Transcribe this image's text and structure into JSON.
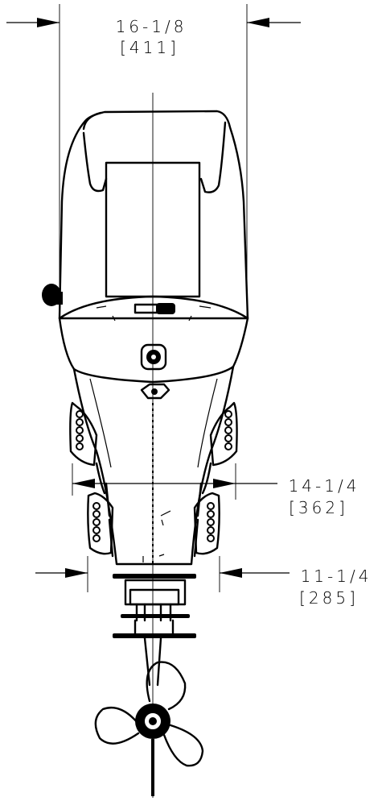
{
  "dimensions": {
    "overall_width": {
      "imperial": "16-1/8",
      "metric": "[411]"
    },
    "middle_width": {
      "imperial": "14-1/4",
      "metric": "[362]"
    },
    "lower_width": {
      "imperial": "11-1/4",
      "metric": "[285]"
    }
  },
  "colors": {
    "line": "#000000",
    "background": "#ffffff"
  }
}
